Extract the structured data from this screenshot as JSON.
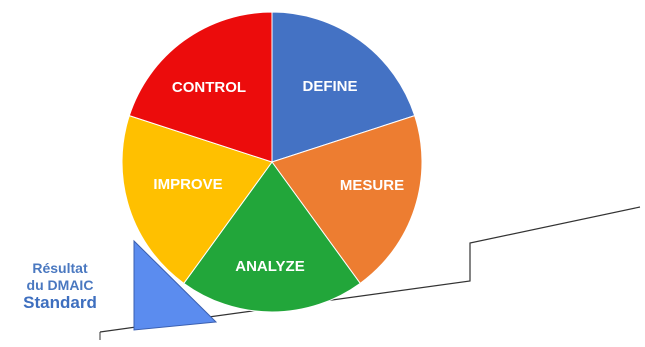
{
  "wheel": {
    "segments": [
      {
        "label": "DEFINE",
        "color": "#4472c4"
      },
      {
        "label": "MESURE",
        "color": "#ed7d31"
      },
      {
        "label": "ANALYZE",
        "color": "#22a63a"
      },
      {
        "label": "IMPROVE",
        "color": "#ffc000"
      },
      {
        "label": "CONTROL",
        "color": "#ec0c0c"
      }
    ]
  },
  "side_note": {
    "line1": "Résultat",
    "line2": "du DMAIC",
    "line3": "Standard",
    "color": "#4a78c0"
  },
  "wedge_color": "#5b8cef"
}
